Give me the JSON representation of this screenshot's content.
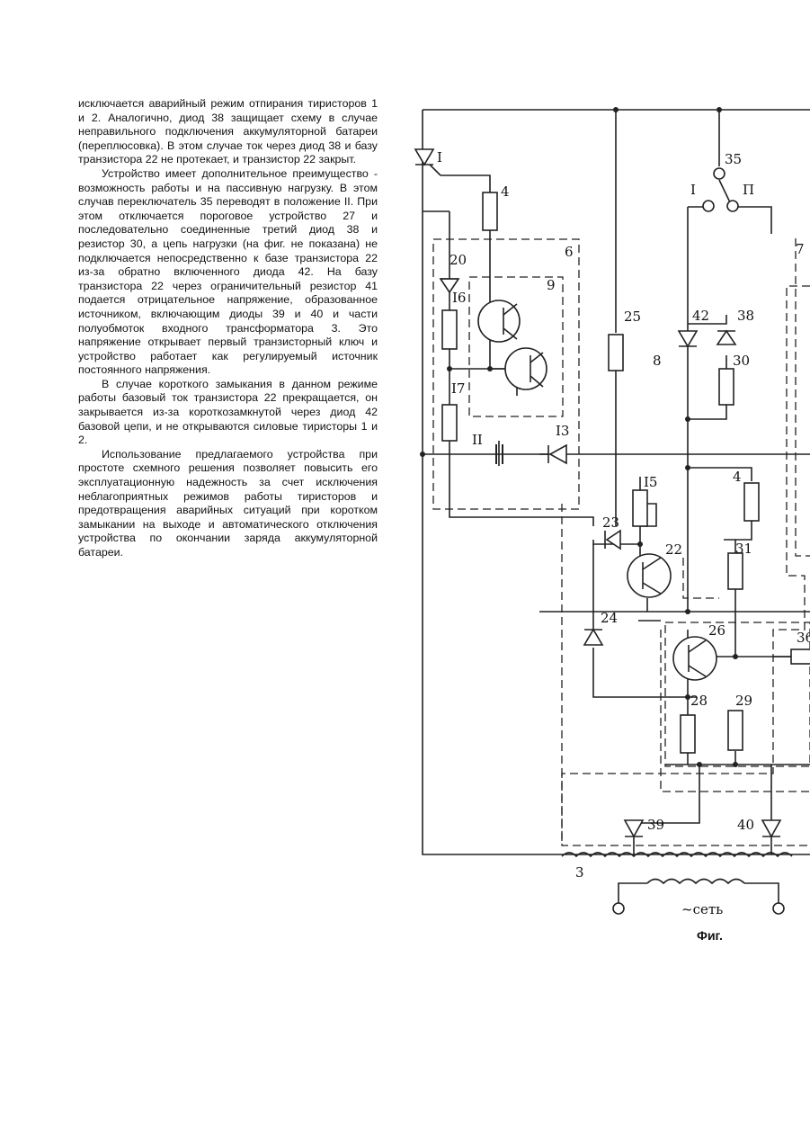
{
  "text": {
    "p1": "исключается аварийный режим отпирания тиристоров 1 и 2. Аналогично, диод 38 защищает схему в случае неправильного подключения аккумуляторной батареи (переплюсовка). В этом случае ток через диод 38 и базу транзистора 22 не протекает, и транзистор 22 закрыт.",
    "p2": "Устройство имеет дополнительное преимущество - возможность работы и на пассивную нагрузку. В этом случав переключатель 35 переводят в положение II. При этом отключается пороговое устройство 27 и последовательно соединенные третий диод 38 и резистор 30, а цепь нагрузки (на фиг. не показана) не подключается непосредственно к базе транзистора 22 из-за обратно включенного диода 42. На базу транзистора 22 через ограничительный резистор 41 подается отрицательное напряжение, образованное источником, включающим диоды 39 и 40 и части полуобмоток входного трансформатора 3. Это напряжение открывает первый транзисторный ключ и устройство работает как регулируемый источник постоянного напряжения.",
    "p3": "В случае короткого замыкания в данном режиме работы базовый ток транзистора 22 прекращается, он закрывается из-за короткозамкнутой через диод 42 базовой цепи, и не открываются силовые тиристоры 1 и 2.",
    "p4": "Использование предлагаемого устройства при простоте схемного решения позволяет повысить его эксплуатационную надежность за счет исключения неблагоприятных режимов работы тиристоров и предотвращения аварийных ситуаций при коротком замыкании на выходе и автоматического отключения устройства по окончании заряда аккумуляторной батареи."
  },
  "figure": {
    "caption": "Фиг.",
    "mains_label": "~сеть",
    "labels": {
      "l1": "I",
      "l3": "3",
      "l4a": "4",
      "l4b": "4",
      "l6": "6",
      "l7": "7",
      "l8": "8",
      "l9": "9",
      "l11": "II",
      "l13": "I3",
      "l15": "I5",
      "l16": "I6",
      "l17": "I7",
      "l20": "20",
      "l22": "22",
      "l23": "23",
      "l24": "24",
      "l25": "25",
      "l26": "26",
      "l28": "28",
      "l29": "29",
      "l30": "30",
      "l31": "31",
      "l35": "35",
      "l36": "36",
      "l38": "38",
      "l39": "39",
      "l40": "40",
      "l42": "42",
      "swI": "I",
      "swII": "П"
    }
  }
}
